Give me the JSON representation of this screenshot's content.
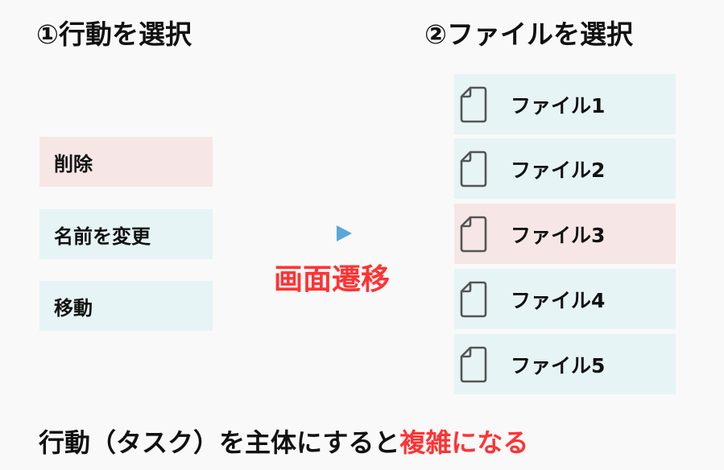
{
  "step1_title": "①行動を選択",
  "step2_title": "②ファイルを選択",
  "actions": [
    {
      "label": "削除",
      "highlighted": true
    },
    {
      "label": "名前を変更",
      "highlighted": false
    },
    {
      "label": "移動",
      "highlighted": false
    }
  ],
  "transition_label": "画面遷移",
  "files": [
    {
      "label": "ファイル1",
      "highlighted": false
    },
    {
      "label": "ファイル2",
      "highlighted": false
    },
    {
      "label": "ファイル3",
      "highlighted": true
    },
    {
      "label": "ファイル4",
      "highlighted": false
    },
    {
      "label": "ファイル5",
      "highlighted": false
    }
  ],
  "conclusion": {
    "prefix": "行動（タスク）を主体にすると",
    "emphasis": "複雑になる"
  },
  "colors": {
    "highlight": "#f7e6e6",
    "normal": "#e6f4f5",
    "accent_red": "#ff3333",
    "arrow_blue": "#5aa7db"
  }
}
